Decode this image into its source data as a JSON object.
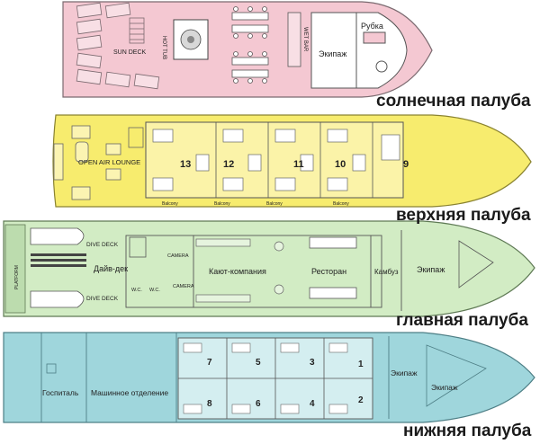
{
  "decks": {
    "sun": {
      "name": "солнечная палуба",
      "labels": {
        "sun_deck": "SUN DECK",
        "hot_tub": "HOT TUB",
        "wet_bar": "WET BAR",
        "crew": "Экипаж",
        "wheelhouse": "Рубка"
      },
      "color": "#f4c8d2"
    },
    "upper": {
      "name": "верхняя палуба",
      "labels": {
        "lounge": "OPEN AIR LOUNGE",
        "balcony": "Balcony"
      },
      "cabins": [
        "13",
        "12",
        "11",
        "10",
        "9"
      ],
      "color": "#f7ec6e"
    },
    "main": {
      "name": "главная палуба",
      "labels": {
        "dive_deck_top": "DIVE DECK",
        "dive_deck_bottom": "DIVE DECK",
        "dive_deck_ru": "Дайв-дек",
        "platform": "PLATFORM",
        "camera_top": "CAMERA",
        "camera_bottom": "CAMERA",
        "wc": "W.C.",
        "saloon": "Кают-компания",
        "restaurant": "Ресторан",
        "galley": "Камбуз",
        "crew": "Экипаж"
      },
      "color": "#d2ecc4"
    },
    "lower": {
      "name": "нижняя палуба",
      "labels": {
        "hospital": "Госпиталь",
        "engine_room": "Машинное отделение",
        "crew_a": "Экипаж",
        "crew_b": "Экипаж"
      },
      "cabins_top": [
        "7",
        "5",
        "3",
        "1"
      ],
      "cabins_bottom": [
        "8",
        "6",
        "4",
        "2"
      ],
      "color": "#9fd6dc"
    }
  }
}
